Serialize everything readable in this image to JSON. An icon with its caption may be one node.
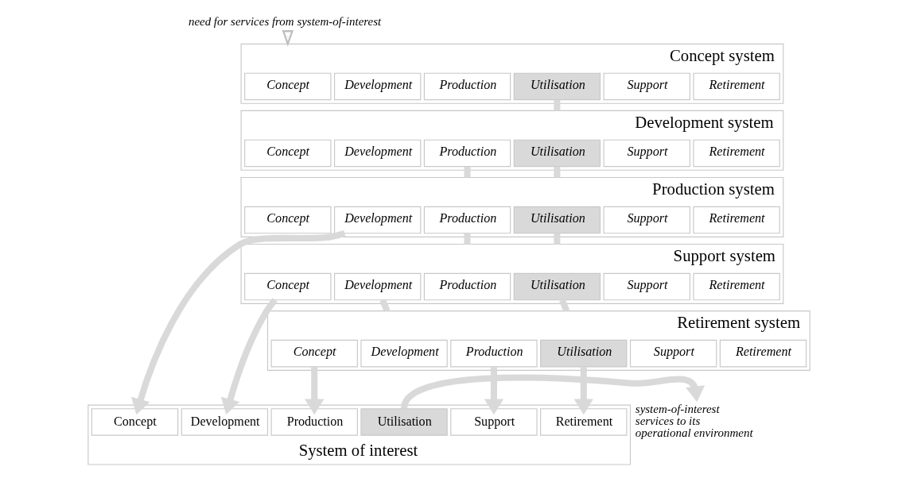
{
  "diagram": {
    "nodes": [
      {
        "text": [
          "need for services from system-of-interest"
        ]
      },
      {
        "text": [
          "Concept system"
        ]
      },
      {
        "text": [
          "Concept"
        ],
        "in": 1
      },
      {
        "text": [
          "Development"
        ],
        "in": 1
      },
      {
        "text": [
          "Production"
        ],
        "in": 1
      },
      {
        "text": [
          "Utilisation"
        ],
        "in": 1
      },
      {
        "text": [
          "Support"
        ],
        "in": 1
      },
      {
        "text": [
          "Retirement"
        ],
        "in": 1
      },
      {
        "text": [
          "Development system"
        ]
      },
      {
        "text": [
          "Concept"
        ],
        "in": 8
      },
      {
        "text": [
          "Development"
        ],
        "in": 8
      },
      {
        "text": [
          "Production"
        ],
        "in": 8
      },
      {
        "text": [
          "Utilisation"
        ],
        "in": 8
      },
      {
        "text": [
          "Support"
        ],
        "in": 8
      },
      {
        "text": [
          "Retirement"
        ],
        "in": 8
      },
      {
        "text": [
          "Production system"
        ]
      },
      {
        "text": [
          "Concept"
        ],
        "in": 15
      },
      {
        "text": [
          "Development"
        ],
        "in": 15
      },
      {
        "text": [
          "Production"
        ],
        "in": 15
      },
      {
        "text": [
          "Utilisation"
        ],
        "in": 15
      },
      {
        "text": [
          "Support"
        ],
        "in": 15
      },
      {
        "text": [
          "Retirement"
        ],
        "in": 15
      },
      {
        "text": [
          "Support system"
        ]
      },
      {
        "text": [
          "Concept"
        ],
        "in": 22
      },
      {
        "text": [
          "Development"
        ],
        "in": 22
      },
      {
        "text": [
          "Production"
        ],
        "in": 22
      },
      {
        "text": [
          "Utilisation"
        ],
        "in": 22
      },
      {
        "text": [
          "Support"
        ],
        "in": 22
      },
      {
        "text": [
          "Retirement"
        ],
        "in": 22
      },
      {
        "text": [
          "Retirement system"
        ]
      },
      {
        "text": [
          "Concept"
        ],
        "in": 29
      },
      {
        "text": [
          "Development"
        ],
        "in": 29
      },
      {
        "text": [
          "Production"
        ],
        "in": 29
      },
      {
        "text": [
          "Utilisation"
        ],
        "in": 29
      },
      {
        "text": [
          "Support"
        ],
        "in": 29
      },
      {
        "text": [
          "Retirement"
        ],
        "in": 29
      },
      {
        "text": [
          "System of interest"
        ]
      },
      {
        "text": [
          "Concept"
        ],
        "in": 36
      },
      {
        "text": [
          "Development"
        ],
        "in": 36
      },
      {
        "text": [
          "Production"
        ],
        "in": 36
      },
      {
        "text": [
          "Utilisation"
        ],
        "in": 36
      },
      {
        "text": [
          "Support"
        ],
        "in": 36
      },
      {
        "text": [
          "Retirement"
        ],
        "in": 36
      },
      {
        "text": [
          "system-of-interest services to its operational environment"
        ]
      }
    ],
    "edges": [
      {
        "from": 0,
        "to": 1,
        "arrow": "to",
        "color": "#bfbfbf"
      },
      {
        "from": 5,
        "to": 8,
        "arrow": "none"
      },
      {
        "from": 11,
        "to": 15,
        "arrow": "none"
      },
      {
        "from": 12,
        "to": 15,
        "arrow": "none"
      },
      {
        "from": 17,
        "to": 37,
        "arrow": "to"
      },
      {
        "from": 18,
        "to": 22,
        "arrow": "none"
      },
      {
        "from": 19,
        "to": 22,
        "arrow": "none"
      },
      {
        "from": 23,
        "to": 38,
        "arrow": "to"
      },
      {
        "from": 24,
        "to": 29,
        "arrow": "none"
      },
      {
        "from": 26,
        "to": 29,
        "arrow": "none"
      },
      {
        "from": 30,
        "to": 39,
        "arrow": "to"
      },
      {
        "from": 32,
        "to": 41,
        "arrow": "to"
      },
      {
        "from": 33,
        "to": 42,
        "arrow": "to"
      },
      {
        "from": 40,
        "to": 43,
        "arrow": "to"
      }
    ]
  }
}
